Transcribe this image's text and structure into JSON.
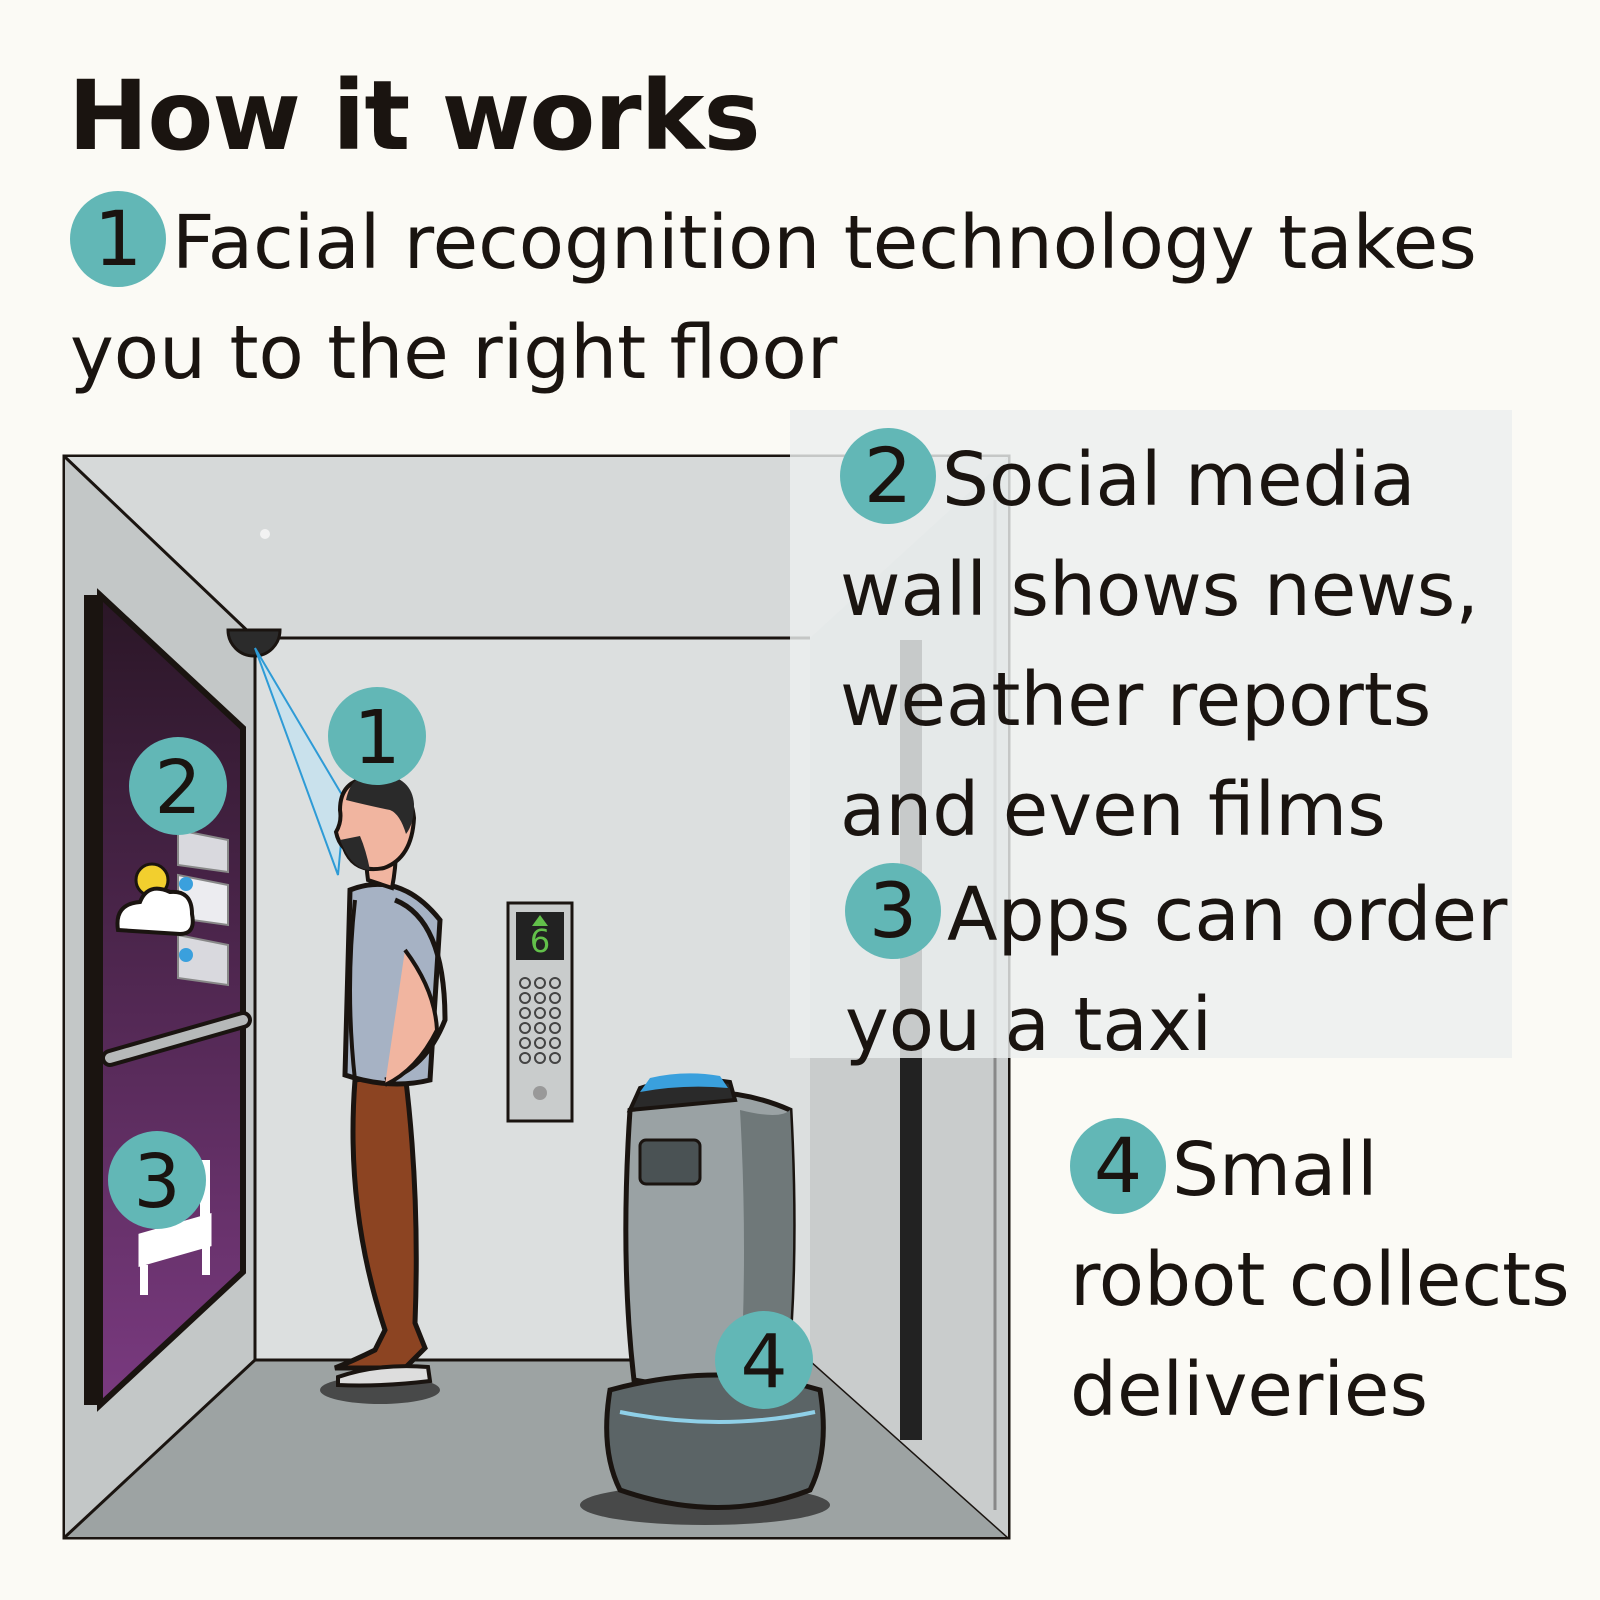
{
  "title": "How it works",
  "steps": [
    {
      "number": "1",
      "text": "Facial recognition technology takes you to the right floor"
    },
    {
      "number": "2",
      "text": "Social media wall shows news, weather reports and even films"
    },
    {
      "number": "3",
      "text": "Apps can order you a taxi"
    },
    {
      "number": "4",
      "text": "Small robot collects deliveries"
    }
  ],
  "elevator": {
    "floor_display": "6"
  },
  "colors": {
    "accent_teal": "#62b7b6",
    "background": "#fbfaf5",
    "screen_purple": "#5c2a5e",
    "camera_beam": "#2e9bd6"
  }
}
